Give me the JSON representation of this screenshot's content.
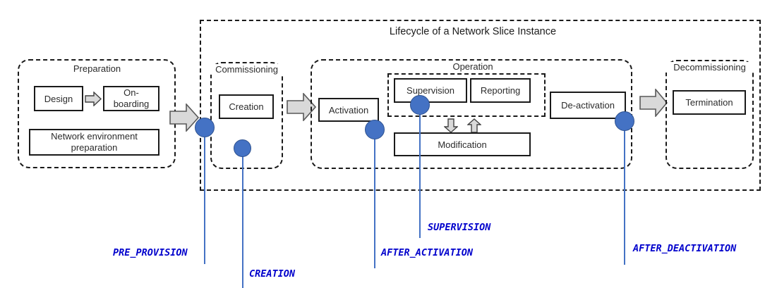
{
  "diagram": {
    "title": "Lifecycle of a Network Slice Instance",
    "accent_blue": "#4472C4",
    "label_blue": "#0000CC",
    "arrow_fill": "#D9D9D9",
    "line_color": "#1A1A1A"
  },
  "phases": [
    {
      "id": "preparation",
      "title": "Preparation",
      "tasks": [
        {
          "id": "design",
          "label": "Design"
        },
        {
          "id": "on-boarding",
          "label": "On-\nboarding"
        },
        {
          "id": "network-environment-preparation",
          "label": "Network environment\npreparation"
        }
      ]
    },
    {
      "id": "commissioning",
      "title": "Commissioning",
      "tasks": [
        {
          "id": "creation",
          "label": "Creation"
        }
      ]
    },
    {
      "id": "operation",
      "title": "Operation",
      "tasks": [
        {
          "id": "activation",
          "label": "Activation"
        },
        {
          "id": "supervision",
          "label": "Supervision"
        },
        {
          "id": "reporting",
          "label": "Reporting"
        },
        {
          "id": "modification",
          "label": "Modification"
        },
        {
          "id": "de-activation",
          "label": "De-activation"
        }
      ]
    },
    {
      "id": "decommissioning",
      "title": "Decommissioning",
      "tasks": [
        {
          "id": "termination",
          "label": "Termination"
        }
      ]
    }
  ],
  "markers": [
    {
      "id": "pre-provision",
      "label": "PRE_PROVISION"
    },
    {
      "id": "creation",
      "label": "CREATION"
    },
    {
      "id": "after-activation",
      "label": "AFTER_ACTIVATION"
    },
    {
      "id": "supervision",
      "label": "SUPERVISION"
    },
    {
      "id": "after-deactivation",
      "label": "AFTER_DEACTIVATION"
    }
  ]
}
